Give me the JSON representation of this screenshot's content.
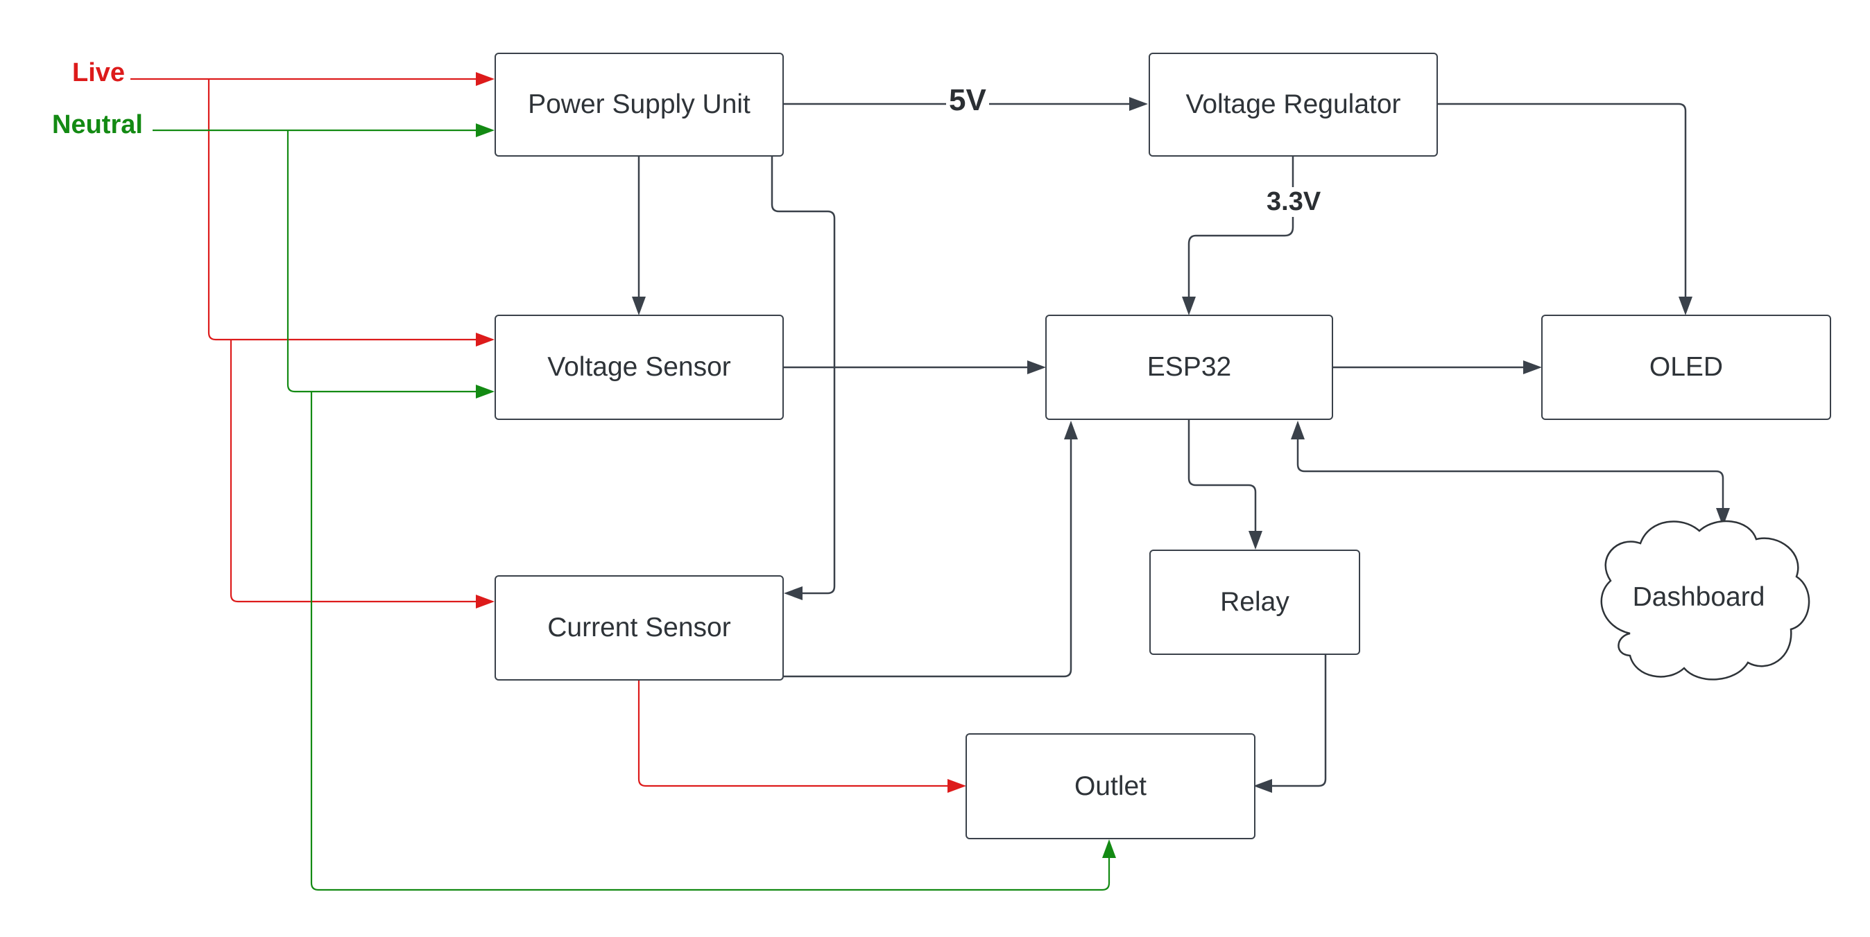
{
  "colors": {
    "live": "#dd1b1b",
    "neutral": "#138a13",
    "wire": "#3a414a",
    "box_border": "#3a414a",
    "text": "#2e3338"
  },
  "rails": {
    "live": "Live",
    "neutral": "Neutral"
  },
  "nodes": {
    "psu": "Power Supply Unit",
    "regulator": "Voltage Regulator",
    "voltage_sensor": "Voltage Sensor",
    "esp32": "ESP32",
    "oled": "OLED",
    "current_sensor": "Current Sensor",
    "relay": "Relay",
    "outlet": "Outlet",
    "dashboard": "Dashboard"
  },
  "edge_labels": {
    "psu_to_regulator": "5V",
    "regulator_to_esp32": "3.3V"
  }
}
